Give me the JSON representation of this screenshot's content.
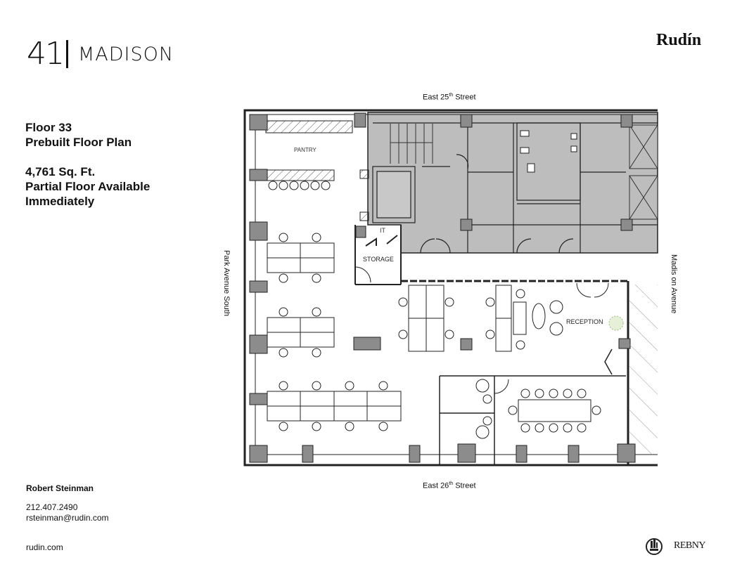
{
  "brand": {
    "building_number": "41",
    "building_name": "MADISON",
    "company": "Rudín"
  },
  "listing": {
    "floor": "Floor 33",
    "plan_type": "Prebuilt Floor Plan",
    "area": "4,761 Sq. Ft.",
    "availability_line1": "Partial Floor Available",
    "availability_line2": "Immediately"
  },
  "streets": {
    "north": {
      "name": "East 25",
      "suffix": "th",
      "tail": " Street"
    },
    "south": {
      "name": "East 26",
      "suffix": "th",
      "tail": " Street"
    },
    "west": "Park Avenue South",
    "east": "Madis on Avenue"
  },
  "rooms": {
    "pantry": "PANTRY",
    "it": "IT",
    "storage": "STORAGE",
    "reception": "RECEPTION"
  },
  "contact": {
    "name": "Robert Steinman",
    "phone": "212.407.2490",
    "email": "rsteinman@rudin.com"
  },
  "footer": {
    "website": "rudin.com",
    "rebny": "REBNY"
  },
  "colors": {
    "core": "#bdbdbd",
    "column": "#8c8c8c",
    "wall": "#222222"
  }
}
